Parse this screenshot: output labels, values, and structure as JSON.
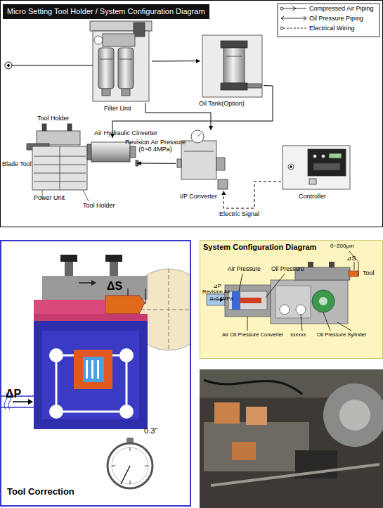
{
  "diagram": {
    "title": "Micro Setting Tool Holder / System Configuration Diagram",
    "nodes": [
      {
        "text": [
          "Filter Unit"
        ]
      },
      {
        "text": [
          "Oil Tank(Option)"
        ]
      },
      {
        "text": [
          "I/P Converter"
        ]
      },
      {
        "text": [
          "Controller"
        ]
      },
      {
        "text": [
          "Air Hydraulic Cinverter"
        ]
      }
    ],
    "edges": [
      {
        "from": 0,
        "to": 1,
        "arrow": "to"
      },
      {
        "from": 0,
        "to": 2,
        "arrow": "to"
      },
      {
        "from": 1,
        "to": 4,
        "arrow": "to"
      },
      {
        "from": 2,
        "to": 4,
        "label": "Revision Air Pressure (0~0.4MPa)",
        "arrow": "to"
      },
      {
        "from": 3,
        "to": 2,
        "label": "Electric Signal",
        "arrow": "to"
      }
    ],
    "labels": [
      "Tool Holder",
      "Blade Tool",
      "Power Unit",
      "Tool Holder",
      "ΔS",
      "ΔP",
      "0.3\"",
      "Tool Correction",
      "System Configuration Diagram",
      "0~200μm",
      "⊿S",
      "Tool",
      "Air Pressure",
      "Oil Pressure",
      "⊿P",
      "Revision Air",
      "0~0.4MPa",
      "Air Oil Pressure Converter",
      "xxxxxx",
      "Oil Pressure Sylinder"
    ],
    "legend": [
      {
        "text": "Compressed Air Piping"
      },
      {
        "text": "Oil Pressure Piping"
      },
      {
        "text": "Electrical Wiring"
      }
    ]
  }
}
